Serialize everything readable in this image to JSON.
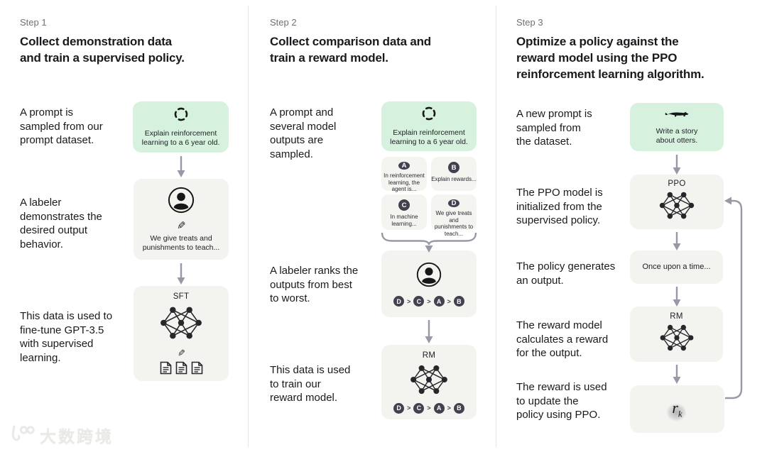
{
  "step1": {
    "label": "Step 1",
    "title": "Collect demonstration data\nand train a supervised policy.",
    "caption_prompt": "A prompt is\nsampled from our\nprompt dataset.",
    "caption_labeler": "A labeler\ndemonstrates the\ndesired output\nbehavior.",
    "caption_finetune": "This data is used to\nfine-tune GPT-3.5\nwith supervised\nlearning.",
    "prompt_box_text": "Explain reinforcement\nlearning to a 6 year old.",
    "labeler_box_text": "We give treats and\npunishments to teach...",
    "model_label": "SFT"
  },
  "step2": {
    "label": "Step 2",
    "title": "Collect comparison data and\ntrain a reward model.",
    "caption_prompt": "A prompt and\nseveral model\noutputs are\nsampled.",
    "caption_rank": "A labeler ranks the\noutputs from best\nto worst.",
    "caption_train": "This data is used\nto train our\nreward model.",
    "prompt_box_text": "Explain reinforcement\nlearning to a 6 year old.",
    "outputs": [
      {
        "letter": "A",
        "text": "In reinforcement\nlearning, the\nagent is..."
      },
      {
        "letter": "B",
        "text": "Explain rewards..."
      },
      {
        "letter": "C",
        "text": "In machine\nlearning..."
      },
      {
        "letter": "D",
        "text": "We give treats and\npunishments to\nteach..."
      }
    ],
    "ranking": {
      "order": [
        "D",
        "C",
        "A",
        "B"
      ],
      "separator": ">"
    },
    "model_label": "RM"
  },
  "step3": {
    "label": "Step 3",
    "title": "Optimize a policy against the\nreward model using the PPO\nreinforcement learning algorithm.",
    "caption_prompt": "A new prompt is\nsampled from\nthe dataset.",
    "caption_init": "The PPO model is\ninitialized from the\nsupervised policy.",
    "caption_output": "The policy generates\nan output.",
    "caption_reward": "The reward model\ncalculates a reward\nfor the output.",
    "caption_update": "The reward is used\nto update the\npolicy using PPO.",
    "prompt_box_text": "Write a story\nabout otters.",
    "ppo_label": "PPO",
    "output_box_text": "Once upon a time...",
    "rm_label": "RM",
    "reward_symbol": "r",
    "reward_subscript": "k"
  },
  "icons": {
    "sampling": "cycle-arrows",
    "labeler": "person-in-circle",
    "annotation": "pencil",
    "pencil_glyph": "✎",
    "documents": "three-documents",
    "network": "neural-net",
    "otter": "otter-silhouette",
    "reward": "r-sub-k"
  },
  "colors": {
    "prompt_box_green": "#d6f2de",
    "process_box_gray": "#f3f3f0",
    "badge_dark": "#41414f",
    "arrow_gray": "#9899a6",
    "text_dark": "#1a1a1e",
    "text_muted": "#6f6f76",
    "divider": "#e8e8e5",
    "watermark": "#e9e9e5"
  },
  "watermark": {
    "text": "大数跨境",
    "logo": "100"
  }
}
